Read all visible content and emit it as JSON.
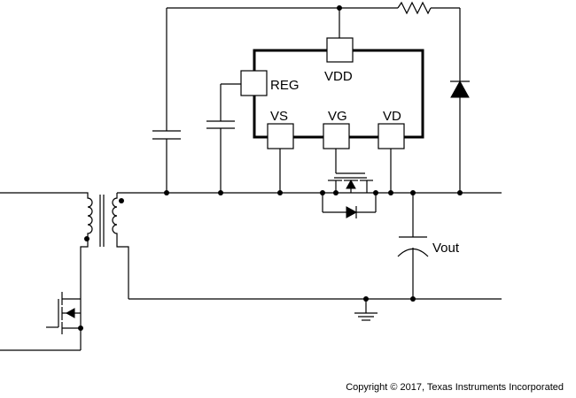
{
  "pins": {
    "vdd": "VDD",
    "reg": "REG",
    "vs": "VS",
    "vg": "VG",
    "vd": "VD"
  },
  "output_label": "Vout",
  "copyright": "Copyright © 2017, Texas Instruments Incorporated"
}
